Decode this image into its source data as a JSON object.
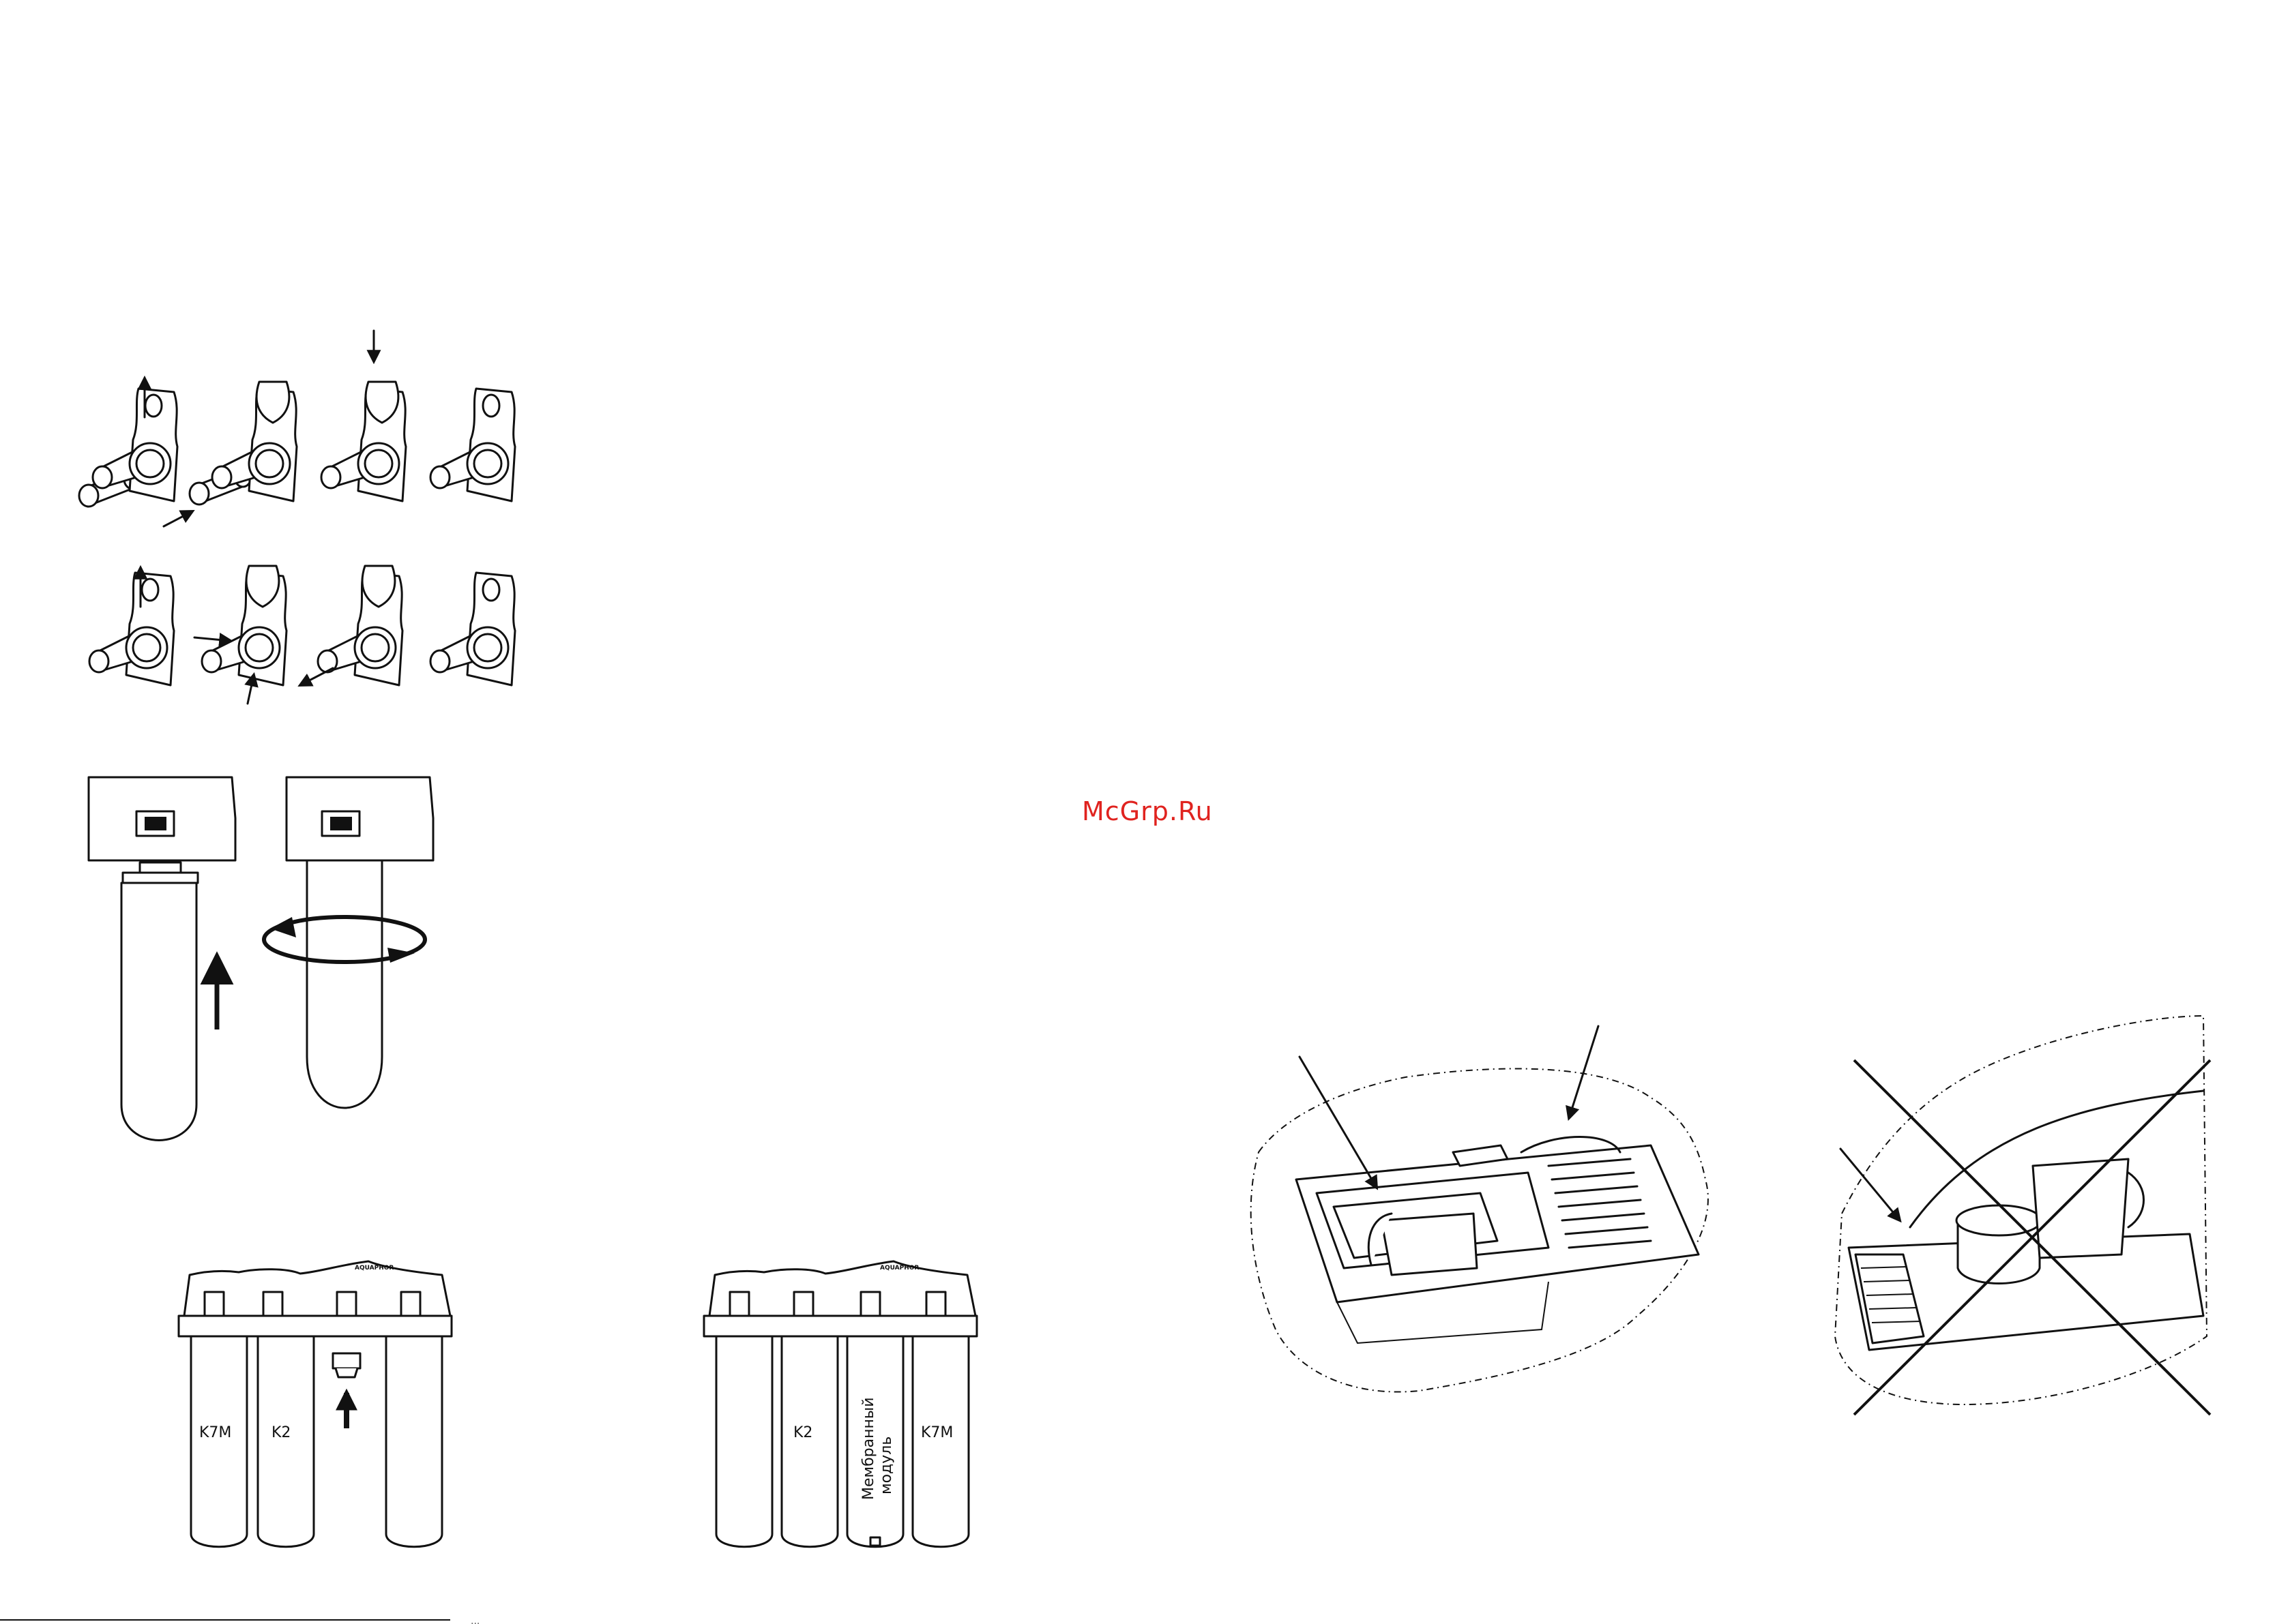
{
  "watermark": {
    "text": "McGrp.Ru",
    "color": "#e0231f"
  },
  "filter_system_left": {
    "brand": "AQUAPHOR",
    "cartridges": [
      "K7M",
      "K2"
    ]
  },
  "filter_system_right": {
    "brand": "AQUAPHOR",
    "cartridges": [
      "K2",
      "Мембранный",
      "модуль",
      "K7M"
    ]
  },
  "footer_note": "..."
}
